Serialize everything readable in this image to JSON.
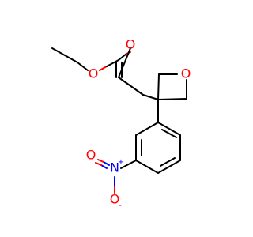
{
  "molecule": {
    "colors": {
      "bond": "#000000",
      "oxygen": "#ff0000",
      "nitrogen": "#0000ff",
      "background": "#ffffff"
    },
    "atoms": {
      "ester_carbonyl_o": "O",
      "ester_ether_o": "O",
      "oxetane_o": "O",
      "nitro_n": "N",
      "nitro_n_charge": "+",
      "nitro_o_top": "O",
      "nitro_o_bottom": "O",
      "nitro_o_bottom_charge": "-"
    }
  }
}
